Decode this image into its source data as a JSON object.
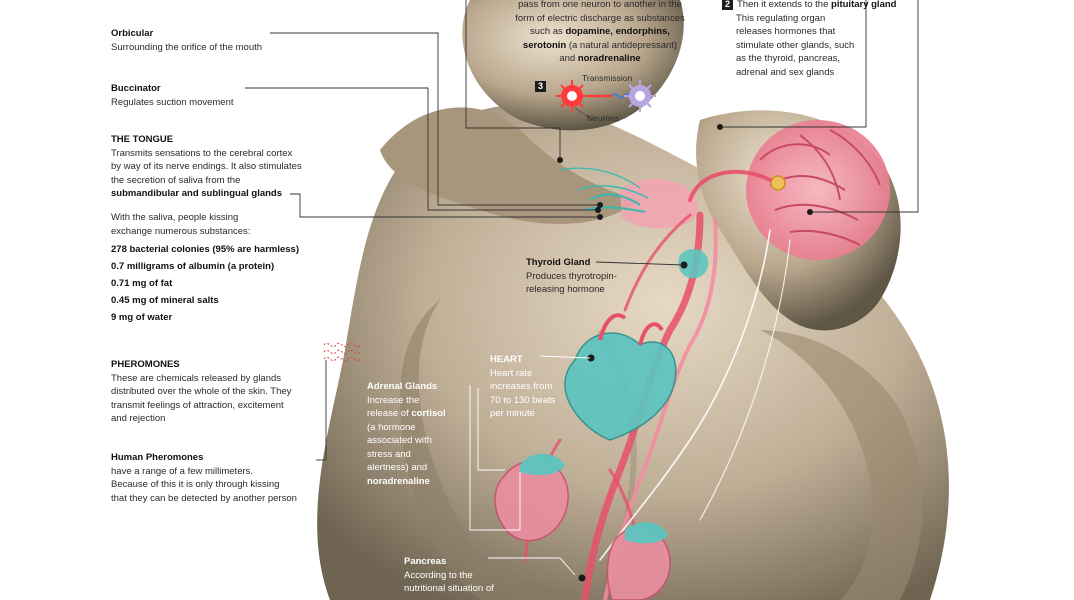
{
  "left_panel": {
    "orbicular": {
      "title": "Orbicular",
      "text": "Surrounding the orifice of the mouth"
    },
    "buccinator": {
      "title": "Buccinator",
      "text": "Regulates suction movement"
    },
    "tongue": {
      "title": "THE TONGUE",
      "lines": [
        "Transmits sensations to the cerebral cortex",
        "by way of its nerve endings. It also stimulates",
        "the secretion of saliva from the"
      ],
      "glands": "submandibular and sublingual glands"
    },
    "saliva": {
      "lines": [
        "With the saliva, people kissing",
        "exchange numerous substances:"
      ],
      "items": [
        "278 bacterial colonies (95% are harmless)",
        "0.7 milligrams of albumin (a protein)",
        "0.71 mg of fat",
        "0.45 mg of mineral salts",
        "9 mg of water"
      ]
    },
    "pheromones": {
      "title": "PHEROMONES",
      "lines": [
        "These are chemicals released by glands",
        "distributed over the whole of the skin. They",
        "transmit feelings of attraction, excitement",
        "and rejection"
      ]
    },
    "human_pheromones": {
      "title": "Human Pheromones",
      "lines": [
        "have a range of a few millimeters.",
        "Because of this it is only through kissing",
        "that they can be detected by another person"
      ]
    }
  },
  "top_center": {
    "line1": "pass from one neuron to another in the",
    "line2": "form of electric discharge as substances",
    "line3_prefix": "such as ",
    "line3_bold": "dopamine, endorphins,",
    "line4_bold": "serotonin",
    "line4_rest": " (a natural antidepressant)",
    "line5_prefix": "and ",
    "line5_bold": "noradrenaline",
    "step_number": "3",
    "transmission_label": "Transmission",
    "neurons_label": "Neurons"
  },
  "top_right": {
    "step_number": "2",
    "line1_prefix": "Then it extends to the ",
    "line1_bold": "pituitary gland",
    "lines": [
      "This regulating organ",
      "releases hormones that",
      "stimulate other glands, such",
      "as the thyroid, pancreas,",
      "adrenal and sex glands"
    ]
  },
  "thyroid": {
    "title": "Thyroid Gland",
    "lines": [
      "Produces thyrotropin-",
      "releasing hormone"
    ]
  },
  "heart": {
    "title": "HEART",
    "lines": [
      "Heart rate",
      "increases from",
      "70 to 130 beats",
      "per minute"
    ]
  },
  "adrenal": {
    "title": "Adrenal Glands",
    "line1": "Increase the",
    "line2_prefix": "release of ",
    "line2_bold": "cortisol",
    "lines": [
      "(a hormone",
      "associated with",
      "stress and",
      "alertness) and"
    ],
    "last_bold": "noradrenaline"
  },
  "pancreas": {
    "title": "Pancreas",
    "lines": [
      "According to the",
      "nutritional situation of"
    ]
  },
  "colors": {
    "sculpture": "#c9b8a0",
    "artery": "#e8506a",
    "organ": "#5cc4c0",
    "leader": "#333333",
    "pheromone": "#e23d3d"
  }
}
